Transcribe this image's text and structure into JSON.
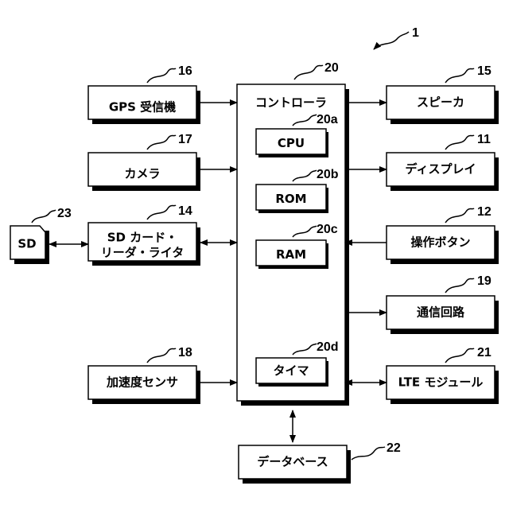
{
  "figure": {
    "system_ref": "1",
    "controller": {
      "ref": "20",
      "label": "コントローラ"
    },
    "cpu": {
      "ref": "20a",
      "label": "CPU"
    },
    "rom": {
      "ref": "20b",
      "label": "ROM"
    },
    "ram": {
      "ref": "20c",
      "label": "RAM"
    },
    "timer": {
      "ref": "20d",
      "label": "タイマ"
    },
    "gps": {
      "ref": "16",
      "label": "GPS 受信機"
    },
    "camera": {
      "ref": "17",
      "label": "カメラ"
    },
    "sd_reader": {
      "ref": "14",
      "label_line1": "SD カード・",
      "label_line2": "リーダ・ライタ"
    },
    "sd_card": {
      "ref": "23",
      "label": "SD"
    },
    "accel": {
      "ref": "18",
      "label": "加速度センサ"
    },
    "speaker": {
      "ref": "15",
      "label": "スピーカ"
    },
    "display": {
      "ref": "11",
      "label": "ディスプレイ"
    },
    "buttons": {
      "ref": "12",
      "label": "操作ボタン"
    },
    "comm": {
      "ref": "19",
      "label": "通信回路"
    },
    "lte": {
      "ref": "21",
      "label": "LTE モジュール"
    },
    "database": {
      "ref": "22",
      "label": "データベース"
    }
  }
}
